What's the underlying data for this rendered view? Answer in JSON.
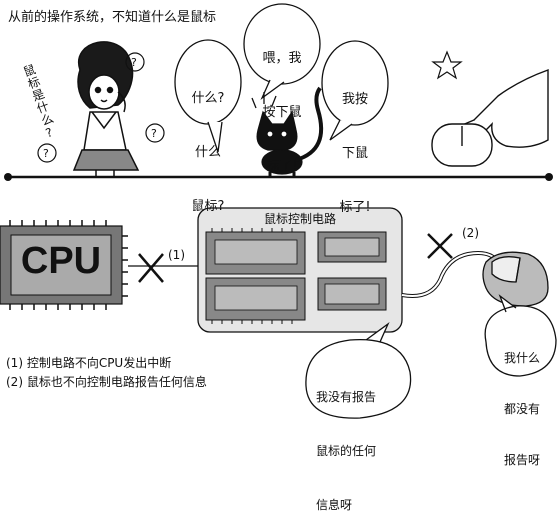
{
  "title": "从前的操作系统，不知道什么是鼠标",
  "girl": {
    "question": [
      "鼠",
      "标",
      "是",
      "什",
      "么",
      "?"
    ]
  },
  "bubbles": {
    "what_mouse": [
      "什么?",
      "什么",
      "鼠标?"
    ],
    "hey_pressed": [
      "喂，我",
      "按下鼠",
      "标了!"
    ],
    "i_pressed": [
      "我按",
      "下鼠",
      "标了!"
    ]
  },
  "controller": {
    "label": "鼠标控制电路"
  },
  "cpu": {
    "label": "CPU"
  },
  "markers": {
    "one": "(1)",
    "two": "(2)"
  },
  "notes": [
    "(1) 控制电路不向CPU发出中断",
    "(2) 鼠标也不向控制电路报告任何信息"
  ],
  "lower_bubbles": {
    "mouse_says": [
      "我什么",
      "都没有",
      "报告呀"
    ],
    "controller_says": [
      "我没有报告",
      "鼠标的任何",
      "信息呀"
    ]
  }
}
